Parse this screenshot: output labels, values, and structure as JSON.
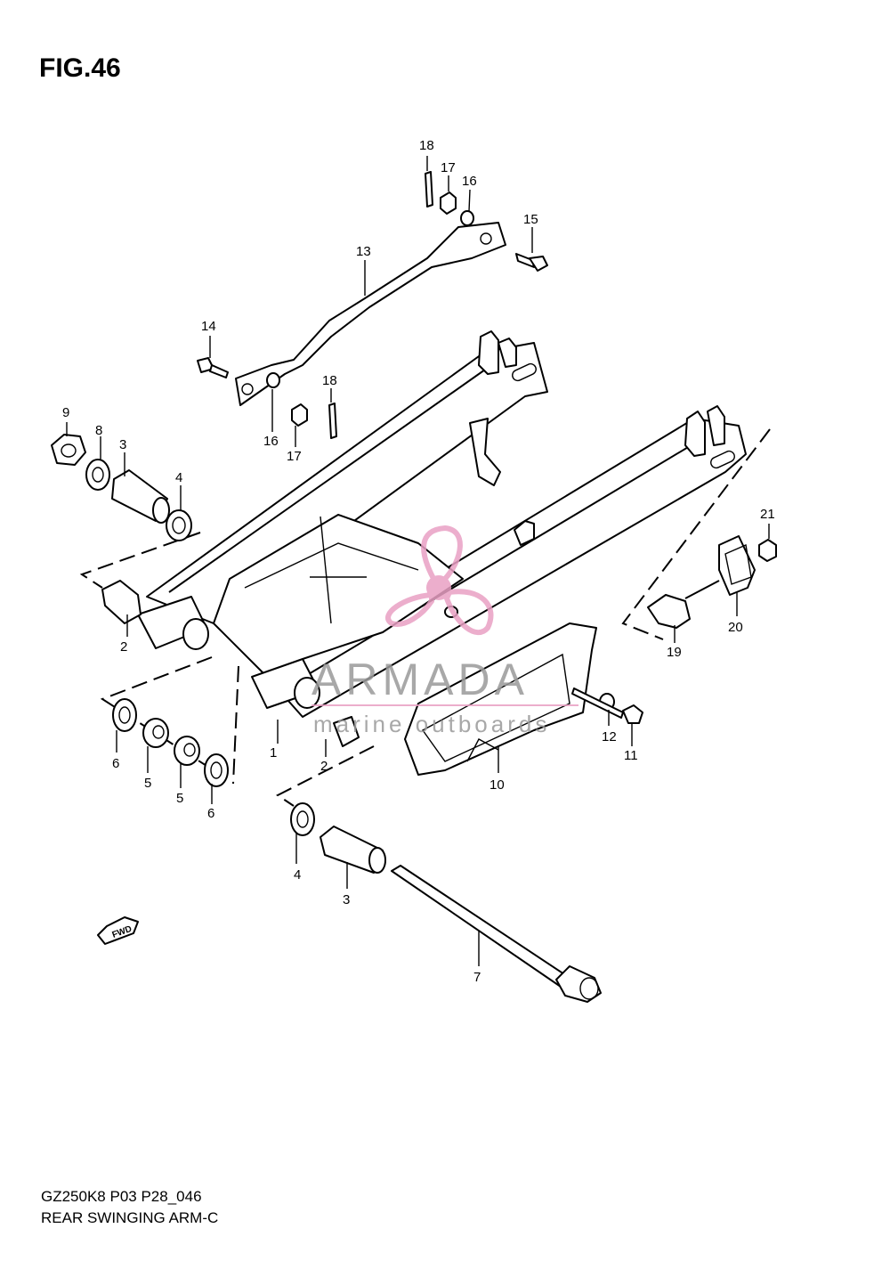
{
  "figure": {
    "title": "FIG.46"
  },
  "footer": {
    "code": "GZ250K8 P03 P28_046",
    "name": "REAR SWINGING ARM-C"
  },
  "watermark": {
    "brand": "ARMADA",
    "tagline": "marine outboards",
    "colors": {
      "brand_pink": "#e9a0c4",
      "text_gray": "#9a9a9a"
    }
  },
  "direction_marker": {
    "label": "FWD"
  },
  "callouts": {
    "c1": "1",
    "c2a": "2",
    "c2b": "2",
    "c3a": "3",
    "c3b": "3",
    "c4a": "4",
    "c4b": "4",
    "c5a": "5",
    "c5b": "5",
    "c6a": "6",
    "c6b": "6",
    "c7": "7",
    "c8": "8",
    "c9": "9",
    "c10": "10",
    "c11": "11",
    "c12": "12",
    "c13": "13",
    "c14": "14",
    "c15": "15",
    "c16a": "16",
    "c16b": "16",
    "c17a": "17",
    "c17b": "17",
    "c18a": "18",
    "c18b": "18",
    "c19": "19",
    "c20": "20",
    "c21": "21"
  }
}
